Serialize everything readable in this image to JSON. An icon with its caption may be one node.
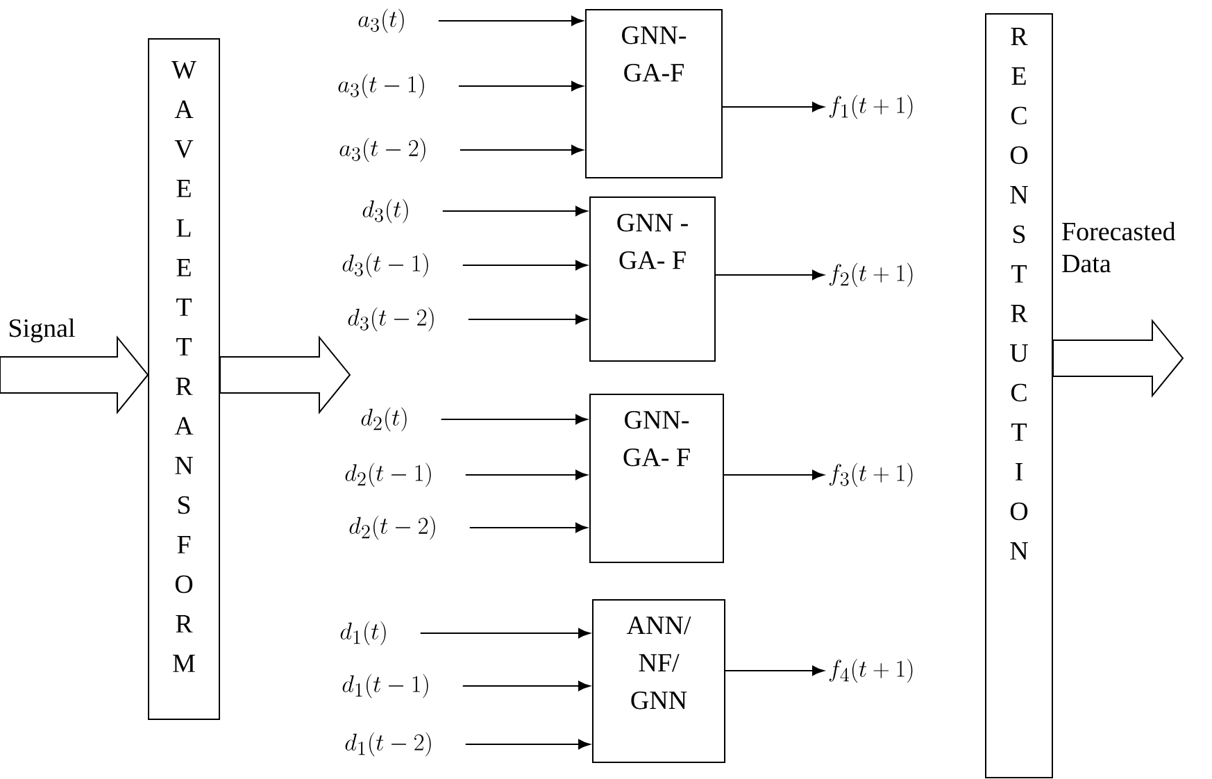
{
  "diagram": {
    "nodes": [
      {
        "text": [
          "WAVELET TRANSFORM"
        ]
      },
      {
        "text": [
          "a_{3}(t)"
        ]
      },
      {
        "text": [
          "a_{3}(t-1)"
        ]
      },
      {
        "text": [
          "a_{3}(t-2)"
        ]
      },
      {
        "text": [
          "GNN- GA-F"
        ]
      },
      {
        "text": [
          "f_{1}(t+1)"
        ]
      },
      {
        "text": [
          "d_{3}(t)"
        ]
      },
      {
        "text": [
          "d_{3}(t-1)"
        ]
      },
      {
        "text": [
          "d_{3}(t-2)"
        ]
      },
      {
        "text": [
          "GNN - GA- F"
        ]
      },
      {
        "text": [
          "f_{2}(t+1)"
        ]
      },
      {
        "text": [
          "d_{2}(t)"
        ]
      },
      {
        "text": [
          "d_{2}(t-1)"
        ]
      },
      {
        "text": [
          "d_{2}(t-2)"
        ]
      },
      {
        "text": [
          "GNN- GA- F"
        ]
      },
      {
        "text": [
          "f_{3}(t+1)"
        ]
      },
      {
        "text": [
          "d_{1}(t)"
        ]
      },
      {
        "text": [
          "d_{1}(t-1)"
        ]
      },
      {
        "text": [
          "d_{1}(t-2)"
        ]
      },
      {
        "text": [
          "ANN/ NF/ GNN"
        ]
      },
      {
        "text": [
          "f_{4}(t+1)"
        ]
      },
      {
        "text": [
          "RECONSTRUCTION"
        ]
      }
    ],
    "edges": [
      {
        "from": null,
        "to": 0,
        "arrow": "to",
        "style": "thick",
        "label": "Signal"
      },
      {
        "from": 0,
        "to": null,
        "arrow": "to",
        "style": "thick"
      },
      {
        "from": 1,
        "to": 4,
        "arrow": "to"
      },
      {
        "from": 2,
        "to": 4,
        "arrow": "to"
      },
      {
        "from": 3,
        "to": 4,
        "arrow": "to"
      },
      {
        "from": 4,
        "to": 5,
        "arrow": "to"
      },
      {
        "from": 6,
        "to": 9,
        "arrow": "to"
      },
      {
        "from": 7,
        "to": 9,
        "arrow": "to"
      },
      {
        "from": 8,
        "to": 9,
        "arrow": "to"
      },
      {
        "from": 9,
        "to": 10,
        "arrow": "to"
      },
      {
        "from": 11,
        "to": 14,
        "arrow": "to"
      },
      {
        "from": 12,
        "to": 14,
        "arrow": "to"
      },
      {
        "from": 13,
        "to": 14,
        "arrow": "to"
      },
      {
        "from": 14,
        "to": 15,
        "arrow": "to"
      },
      {
        "from": 16,
        "to": 19,
        "arrow": "to"
      },
      {
        "from": 17,
        "to": 19,
        "arrow": "to"
      },
      {
        "from": 18,
        "to": 19,
        "arrow": "to"
      },
      {
        "from": 19,
        "to": 20,
        "arrow": "to"
      },
      {
        "from": 21,
        "to": null,
        "arrow": "to",
        "style": "thick",
        "label": "Forecasted Data"
      }
    ]
  }
}
